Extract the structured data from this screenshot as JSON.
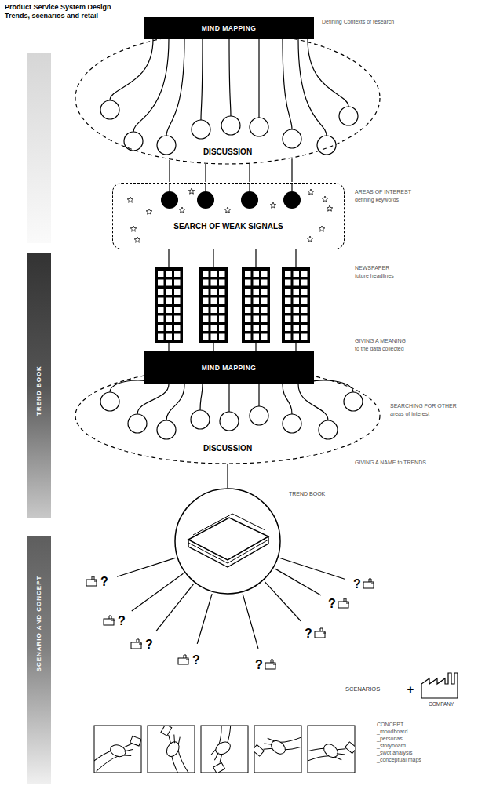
{
  "diagram": {
    "title": "Product Service System Design",
    "nodes": [
      {
        "text": [
          "MIND MAPPING"
        ]
      },
      {
        "text": [
          "DISCUSSION"
        ]
      },
      {
        "text": [
          "SEARCH OF WEAK SIGNALS"
        ]
      },
      {
        "text": [
          "TREND BOOK"
        ]
      },
      {
        "text": [
          "MIND MAPPING"
        ]
      },
      {
        "text": [
          "DISCUSSION"
        ]
      },
      {
        "text": [
          "TREND BOOK"
        ]
      },
      {
        "text": [
          "SCENARIO AND CONCEPT"
        ]
      }
    ],
    "edges": [
      {
        "from": 1,
        "to": 2,
        "arrow": "none"
      },
      {
        "from": 1,
        "to": 2,
        "arrow": "none"
      },
      {
        "from": 1,
        "to": 2,
        "arrow": "none"
      },
      {
        "from": 1,
        "to": 2,
        "arrow": "none"
      },
      {
        "from": 5,
        "to": 6,
        "arrow": "none"
      }
    ],
    "labels": [
      "Trends, scenarios and retail",
      "Defining Contexts of research",
      "AREAS OF INTEREST",
      "defining keywords",
      "NEWSPAPER",
      "future headlines",
      "GIVING A MEANING",
      "to the data collected",
      "SEARCHING FOR OTHER",
      "areas of interest",
      "GIVING A NAME to TRENDS",
      "?",
      "?",
      "?",
      "?",
      "?",
      "?",
      "?",
      "?",
      "SCENARIOS",
      "+",
      "COMPANY",
      "CONCEPT",
      "_moodboard",
      "_personas",
      "_storyboard",
      "_swot analysis",
      "_conceptual maps"
    ]
  }
}
